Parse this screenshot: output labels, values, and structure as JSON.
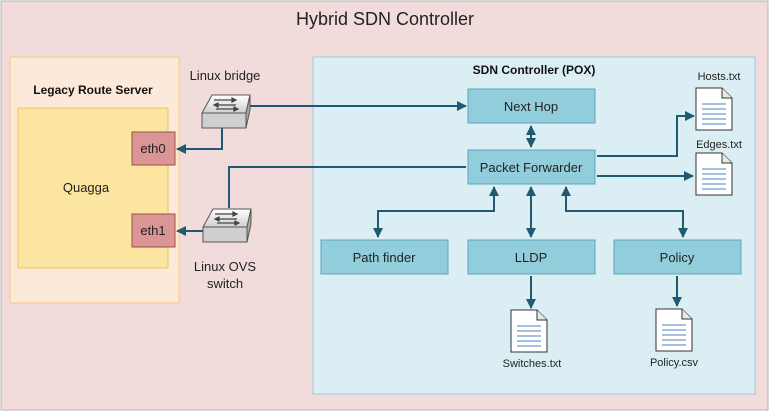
{
  "diagram": {
    "title": "Hybrid SDN Controller",
    "legacy": {
      "title": "Legacy Route Server",
      "quagga_label": "Quagga",
      "eth0_label": "eth0",
      "eth1_label": "eth1"
    },
    "switches": {
      "bridge_label": "Linux bridge",
      "ovs_label_line1": "Linux OVS",
      "ovs_label_line2": "switch"
    },
    "controller": {
      "title": "SDN Controller (POX)",
      "next_hop": "Next Hop",
      "packet_forwarder": "Packet Forwarder",
      "path_finder": "Path finder",
      "lldp": "LLDP",
      "policy": "Policy"
    },
    "files": {
      "hosts": "Hosts.txt",
      "edges": "Edges.txt",
      "switches": "Switches.txt",
      "policy_csv": "Policy.csv"
    },
    "colors": {
      "outer_bg": "#f2dcdb",
      "legacy_bg": "#fde9d9",
      "quagga_bg": "#fbe5a0",
      "eth_bg": "#d99694",
      "controller_bg": "#dbeef4",
      "module_bg": "#92cddc",
      "arrow": "#1f5a72"
    }
  }
}
